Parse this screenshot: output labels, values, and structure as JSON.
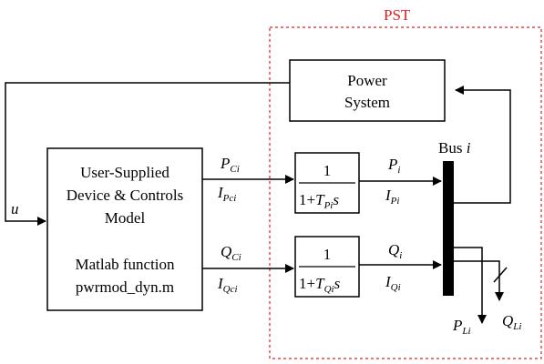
{
  "region": {
    "label": "PST",
    "color": "#e02020"
  },
  "power_system": {
    "line1": "Power",
    "line2": "System"
  },
  "device_model": {
    "line1": "User-Supplied",
    "line2": "Device & Controls",
    "line3": "Model",
    "line4": "Matlab function",
    "line5": "pwrmod_dyn.m"
  },
  "input_u": "u",
  "signals": {
    "pc_main": "P",
    "pc_sub": "Ci",
    "ipc_main": "I",
    "ipc_sub": "Pci",
    "qc_main": "Q",
    "qc_sub": "Ci",
    "iqc_main": "I",
    "iqc_sub": "Qci",
    "pi_main": "P",
    "pi_sub": "i",
    "ipi_main": "I",
    "ipi_sub": "Pi",
    "qi_main": "Q",
    "qi_sub": "i",
    "iqi_main": "I",
    "iqi_sub": "Qi"
  },
  "tf_p": {
    "num": "1",
    "den_main": "1+",
    "den_T": "T",
    "den_sub": "Pi",
    "den_s": "s"
  },
  "tf_q": {
    "num": "1",
    "den_main": "1+",
    "den_T": "T",
    "den_sub": "Qi",
    "den_s": "s"
  },
  "bus": {
    "label": "Bus ",
    "index": "i"
  },
  "loads": {
    "pl_main": "P",
    "pl_sub": "Li",
    "ql_main": "Q",
    "ql_sub": "Li"
  }
}
